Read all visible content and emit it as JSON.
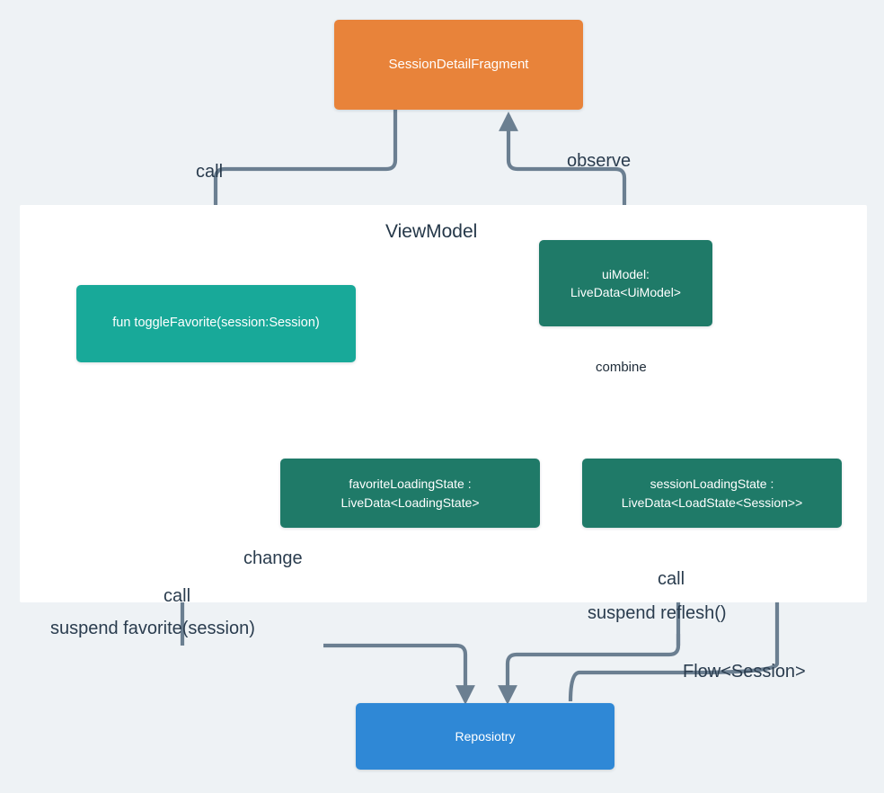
{
  "diagram": {
    "title_text": "ViewModel",
    "background_color": "#eef2f5",
    "panel_color": "#ffffff"
  },
  "nodes": {
    "fragment": {
      "label": "SessionDetailFragment",
      "color": "#e8833a"
    },
    "toggle_favorite": {
      "label": "fun toggleFavorite(session:Session)",
      "color": "#18a999"
    },
    "ui_model": {
      "label": "uiModel:\nLiveData<UiModel>",
      "color": "#1f7a68"
    },
    "favorite_loading_state": {
      "label": "favoriteLoadingState :\nLiveData<LoadingState>",
      "color": "#1f7a68"
    },
    "session_loading_state": {
      "label": "sessionLoadingState :\nLiveData<LoadState<Session>>",
      "color": "#1f7a68"
    },
    "repository": {
      "label": "Reposiotry",
      "color": "#2f88d6"
    }
  },
  "edges": {
    "call_fragment_to_toggle": "call",
    "observe_uimodel_to_fragment": "observe",
    "combine": "combine",
    "change": "change",
    "call_toggle_from_repo": "call",
    "suspend_favorite": "suspend favorite(session)",
    "call_session_state": "call",
    "suspend_reflesh": "suspend reflesh()",
    "flow_session": "Flow<Session>"
  },
  "colors": {
    "arrow_gray": "#6b7f91",
    "arrow_orange": "#e8833a",
    "text_dark": "#2a3c4e"
  }
}
